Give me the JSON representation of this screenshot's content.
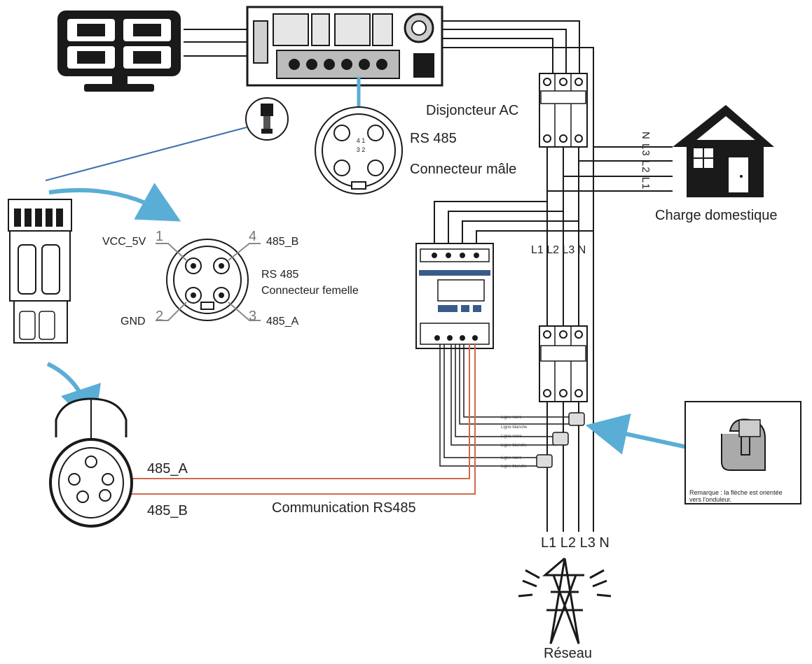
{
  "labels": {
    "breaker_ac": "Disjoncteur AC",
    "rs485_male_title": "RS 485",
    "rs485_male_sub": "Connecteur mâle",
    "house": "Charge domestique",
    "house_phases_top": "N L3 L2 L1",
    "meter_phases_top": "L1 L2 L3 N",
    "grid_phases": "L1 L2 L3 N",
    "grid": "Réseau",
    "female_title": "RS 485",
    "female_sub": "Connecteur femelle",
    "vcc": "VCC_5V",
    "gnd": "GND",
    "pin_b": "485_B",
    "pin_a": "485_A",
    "num_1": "1",
    "num_2": "2",
    "num_3": "3",
    "num_4": "4",
    "male_pins": "4 1\n3 2",
    "plug_a": "485_A",
    "plug_b": "485_B",
    "comm": "Communication RS485",
    "ct_note_1": "Remarque : la flèche est orientée",
    "ct_note_2": "vers l'onduleur.",
    "ct_wire_labels": [
      "Ligne noire",
      "Ligne blanche",
      "Ligne noire",
      "Ligne blanche",
      "Ligne noire",
      "Ligne blanche"
    ]
  },
  "colors": {
    "line": "#1a1a1a",
    "rs485_wire": "#d2694a",
    "arrow": "#5aaed6"
  }
}
